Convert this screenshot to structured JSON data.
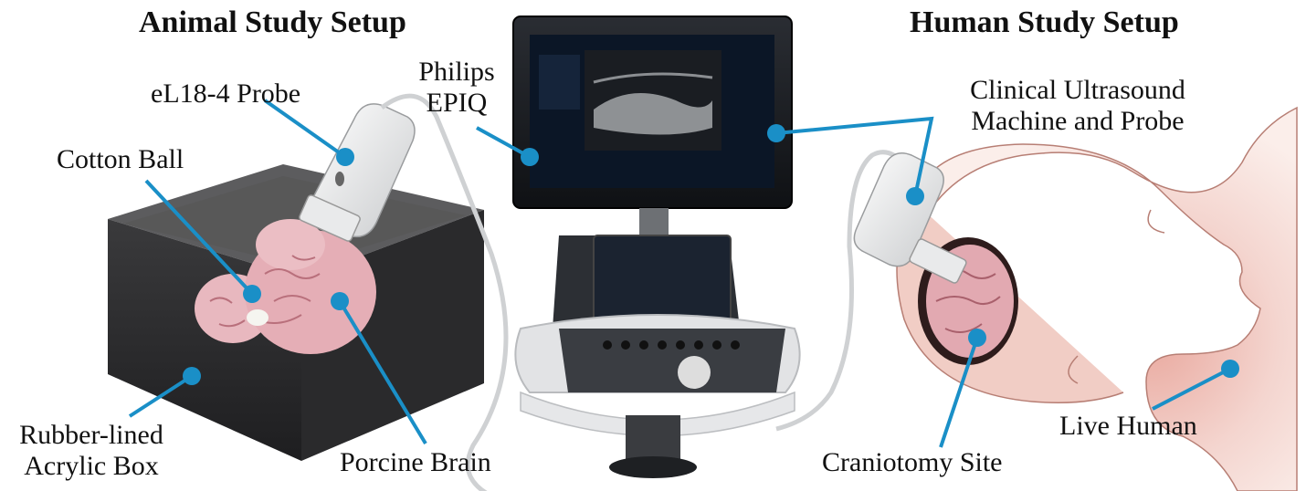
{
  "titles": {
    "animal": "Animal Study Setup",
    "human": "Human Study Setup"
  },
  "labels": {
    "philips_line1": "Philips",
    "philips_line2": "EPIQ",
    "probe": "eL18-4 Probe",
    "cotton": "Cotton Ball",
    "box_line1": "Rubber-lined",
    "box_line2": "Acrylic Box",
    "porcine": "Porcine Brain",
    "clinical_line1": "Clinical Ultrasound",
    "clinical_line2": "Machine and Probe",
    "live_human": "Live Human",
    "craniotomy": "Craniotomy Site"
  },
  "colors": {
    "callout": "#1a8fc7",
    "box": "#2b2b2b",
    "brain": "#e8b8bf",
    "skin": "#f3d9d2",
    "device": "#1d1f24"
  }
}
